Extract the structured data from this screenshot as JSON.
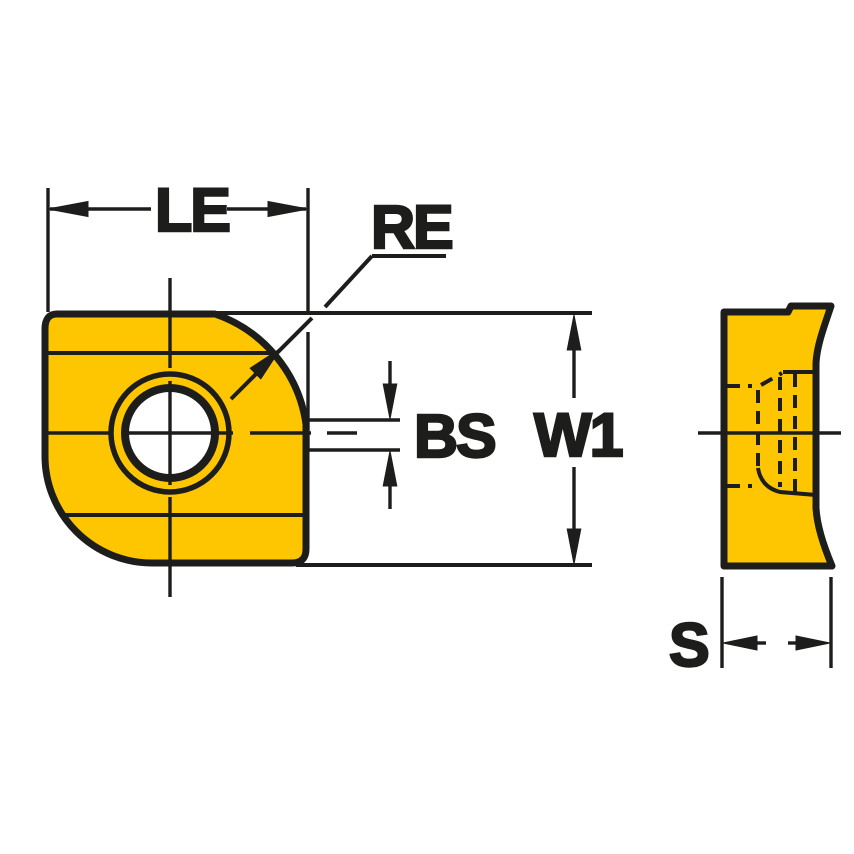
{
  "drawing": {
    "description": "Dimension drawing of a milling insert: top view (left) and side view (right)",
    "labels": {
      "cutting_edge_length": "LE",
      "corner_radius": "RE",
      "wiper_edge_offset": "BS",
      "insert_width": "W1",
      "insert_thickness": "S"
    },
    "colors": {
      "insert_fill": "#FEC601",
      "line": "#1D1D1B",
      "background": "#FFFFFF"
    }
  }
}
